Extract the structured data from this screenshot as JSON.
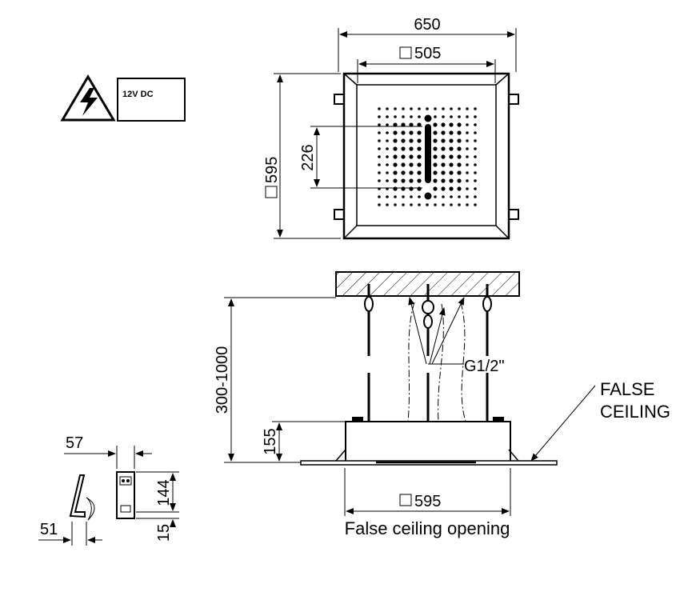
{
  "warning": {
    "voltage_label": "12V DC",
    "icon": "high-voltage-icon"
  },
  "top_view": {
    "outer_width": "650",
    "inner_width": "505",
    "height": "595",
    "nozzle_span": "226"
  },
  "side_view": {
    "drop_range": "300-1000",
    "body_height": "155",
    "opening_size": "595",
    "connection": "G1/2\"",
    "false_ceiling_line1": "FALSE",
    "false_ceiling_line2": "CEILING",
    "opening_caption": "False ceiling opening"
  },
  "bracket_view": {
    "width": "57",
    "base_width": "51",
    "height": "144",
    "base_height": "15"
  }
}
